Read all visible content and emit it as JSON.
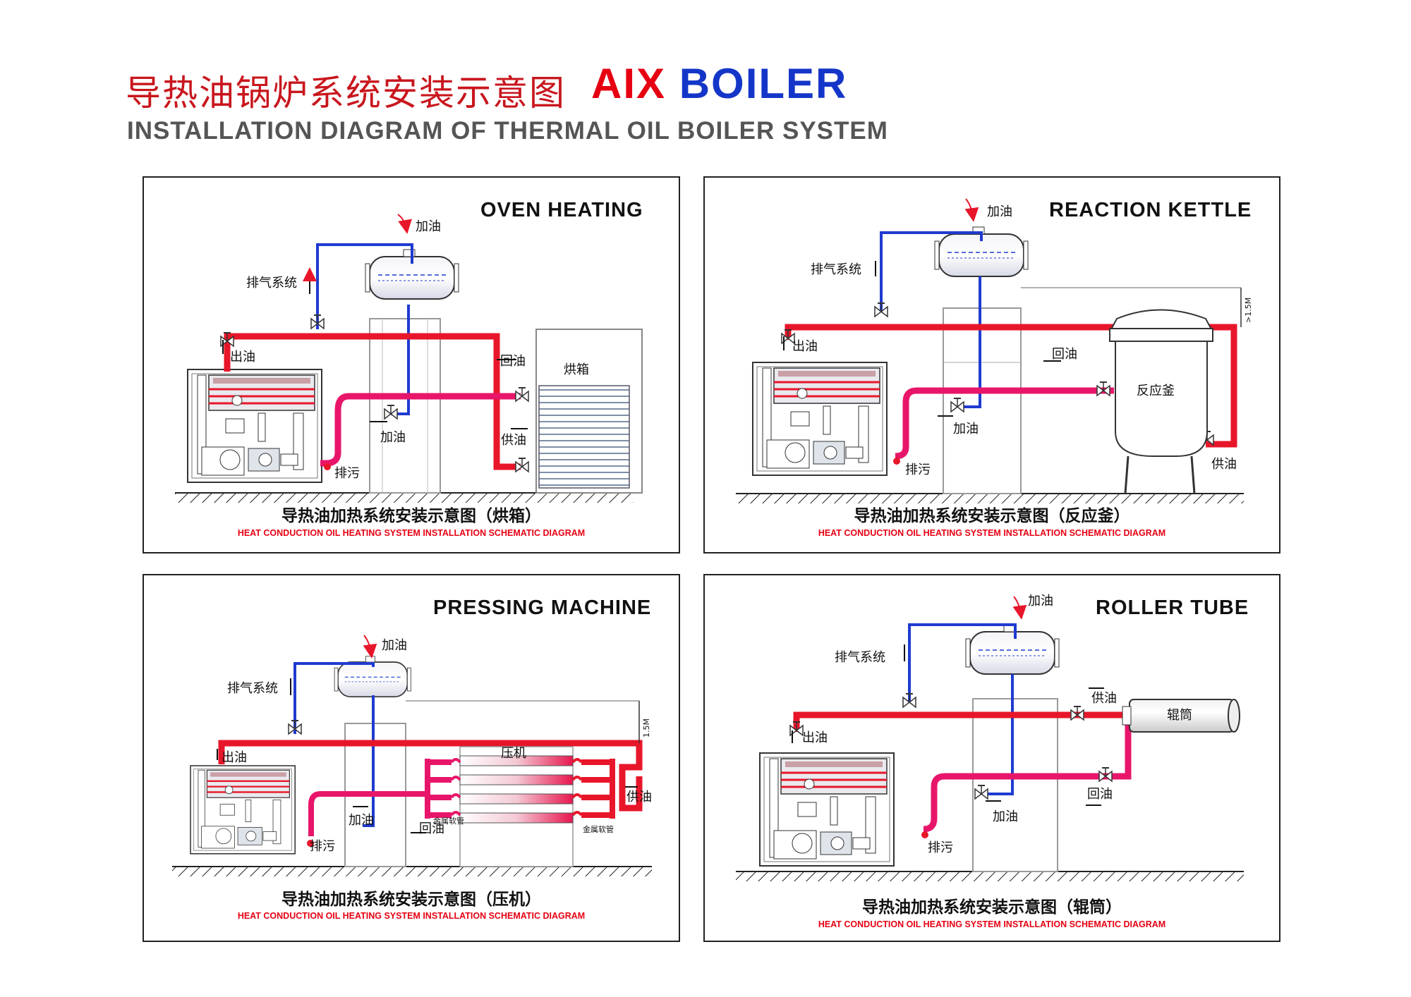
{
  "header": {
    "title_cn": "导热油锅炉系统安装示意图",
    "brand_aix": "AIX",
    "brand_boiler": "BOILER",
    "title_en": "INSTALLATION DIAGRAM OF THERMAL OIL BOILER SYSTEM"
  },
  "colors": {
    "hot_oil_pipe": "#e8162a",
    "return_pipe": "#e8166a",
    "vent_pipe": "#1f3bd0",
    "title_red": "#c8161d",
    "brand_blue": "#1436c8"
  },
  "panels": [
    {
      "heading": "OVEN HEATING",
      "caption_cn": "导热油加热系统安装示意图（烘箱）",
      "caption_en": "HEAT CONDUCTION OIL HEATING SYSTEM INSTALLATION SCHEMATIC DIAGRAM",
      "labels": {
        "add_oil": "加油",
        "vent": "排气系统",
        "outlet": "出油",
        "return_oil": "回油",
        "oven": "烘箱",
        "refill": "加油",
        "supply": "供油",
        "drain": "排污"
      }
    },
    {
      "heading": "REACTION KETTLE",
      "caption_cn": "导热油加热系统安装示意图（反应釜）",
      "caption_en": "HEAT CONDUCTION OIL HEATING SYSTEM INSTALLATION SCHEMATIC DIAGRAM",
      "labels": {
        "add_oil": "加油",
        "vent": "排气系统",
        "outlet": "出油",
        "return_oil": "回油",
        "kettle": "反应釜",
        "refill": "加油",
        "supply": "供油",
        "drain": "排污",
        "height": ">1.5M"
      }
    },
    {
      "heading": "PRESSING MACHINE",
      "caption_cn": "导热油加热系统安装示意图（压机）",
      "caption_en": "HEAT CONDUCTION OIL HEATING SYSTEM INSTALLATION SCHEMATIC DIAGRAM",
      "labels": {
        "add_oil": "加油",
        "vent": "排气系统",
        "outlet": "出油",
        "press": "压机",
        "refill": "加油",
        "return_oil": "回油",
        "supply": "供油",
        "drain": "排污",
        "hose_left": "金属软管",
        "hose_right": "金属软管",
        "height": "1.5M"
      }
    },
    {
      "heading": "ROLLER TUBE",
      "caption_cn": "导热油加热系统安装示意图（辊筒）",
      "caption_en": "HEAT CONDUCTION OIL HEATING SYSTEM INSTALLATION SCHEMATIC DIAGRAM",
      "labels": {
        "add_oil": "加油",
        "vent": "排气系统",
        "outlet": "出油",
        "supply": "供油",
        "roller": "辊筒",
        "return_oil": "回油",
        "refill": "加油",
        "drain": "排污"
      }
    }
  ]
}
